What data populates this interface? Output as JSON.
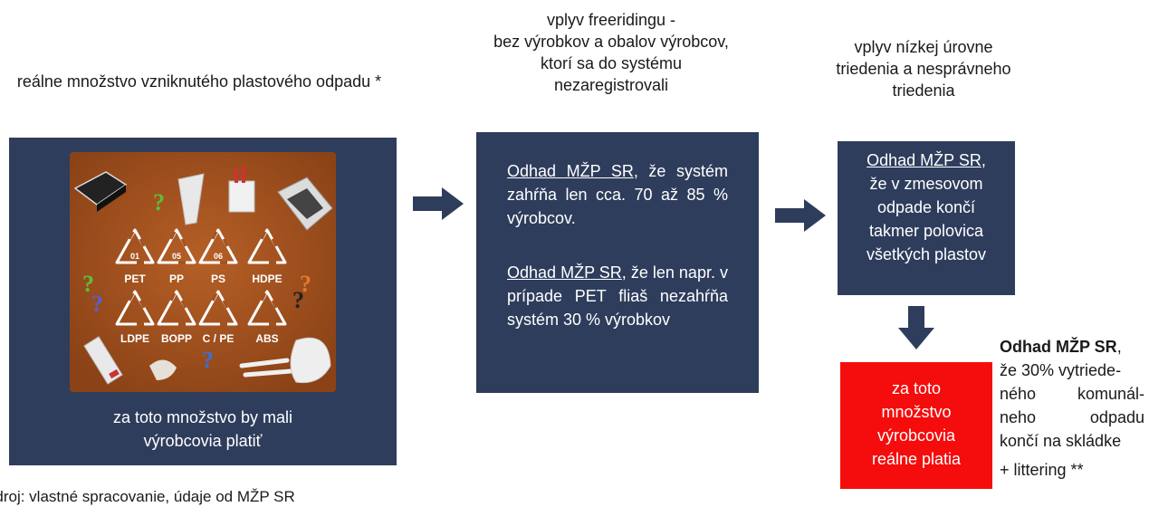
{
  "col1": {
    "caption": "reálne množstvo vzniknutého plastového odpadu *",
    "box_caption_line1": "za toto množstvo by mali",
    "box_caption_line2": "výrobcovia platiť",
    "symbols_row1": [
      "PET",
      "PP",
      "PS",
      "HDPE"
    ],
    "symbols_row1_nums": [
      "01",
      "05",
      "06",
      ""
    ],
    "symbols_row2": [
      "LDPE",
      "BOPP",
      "C / PE",
      "ABS"
    ]
  },
  "col2": {
    "caption_line1": "vplyv freeridingu -",
    "caption_line2": "bez výrobkov a obalov výrobcov,",
    "caption_line3": "ktorí sa do systému",
    "caption_line4": "nezaregistrovali",
    "p1_link": "Odhad MŽP SR",
    "p1_rest": ", že systém zahŕňa len cca. 70 až 85 % výrobcov.",
    "p2_link": "Odhad MŽP SR",
    "p2_rest": ", že len napr. v prípade PET fliaš nezahŕňa systém 30 % výrobkov"
  },
  "col3": {
    "caption_line1": "vplyv nízkej úrovne",
    "caption_line2": "triedenia a nesprávneho",
    "caption_line3": "triedenia",
    "link": "Odhad MŽP SR",
    "rest_line1": ",",
    "line2": "že v zmesovom",
    "line3": "odpade končí",
    "line4": "takmer polovica",
    "line5": "všetkých plastov"
  },
  "red_box": {
    "line1": "za toto",
    "line2": "množstvo",
    "line3": "výrobcovia",
    "line4": "reálne platia"
  },
  "side_note": {
    "bold": "Odhad MŽP SR",
    "comma": ",",
    "line2": "že 30% vytriede-",
    "line3a": "ného",
    "line3b": "komunál-",
    "line4a": "neho",
    "line4b": "odpadu",
    "line5": "končí na skládke",
    "line6": "+ littering **"
  },
  "source": "Zdroj: vlastné spracovanie, údaje od MŽP SR",
  "colors": {
    "navy": "#2e3d5c",
    "red": "#f50c0c",
    "panel_brown": "#a2521f"
  }
}
